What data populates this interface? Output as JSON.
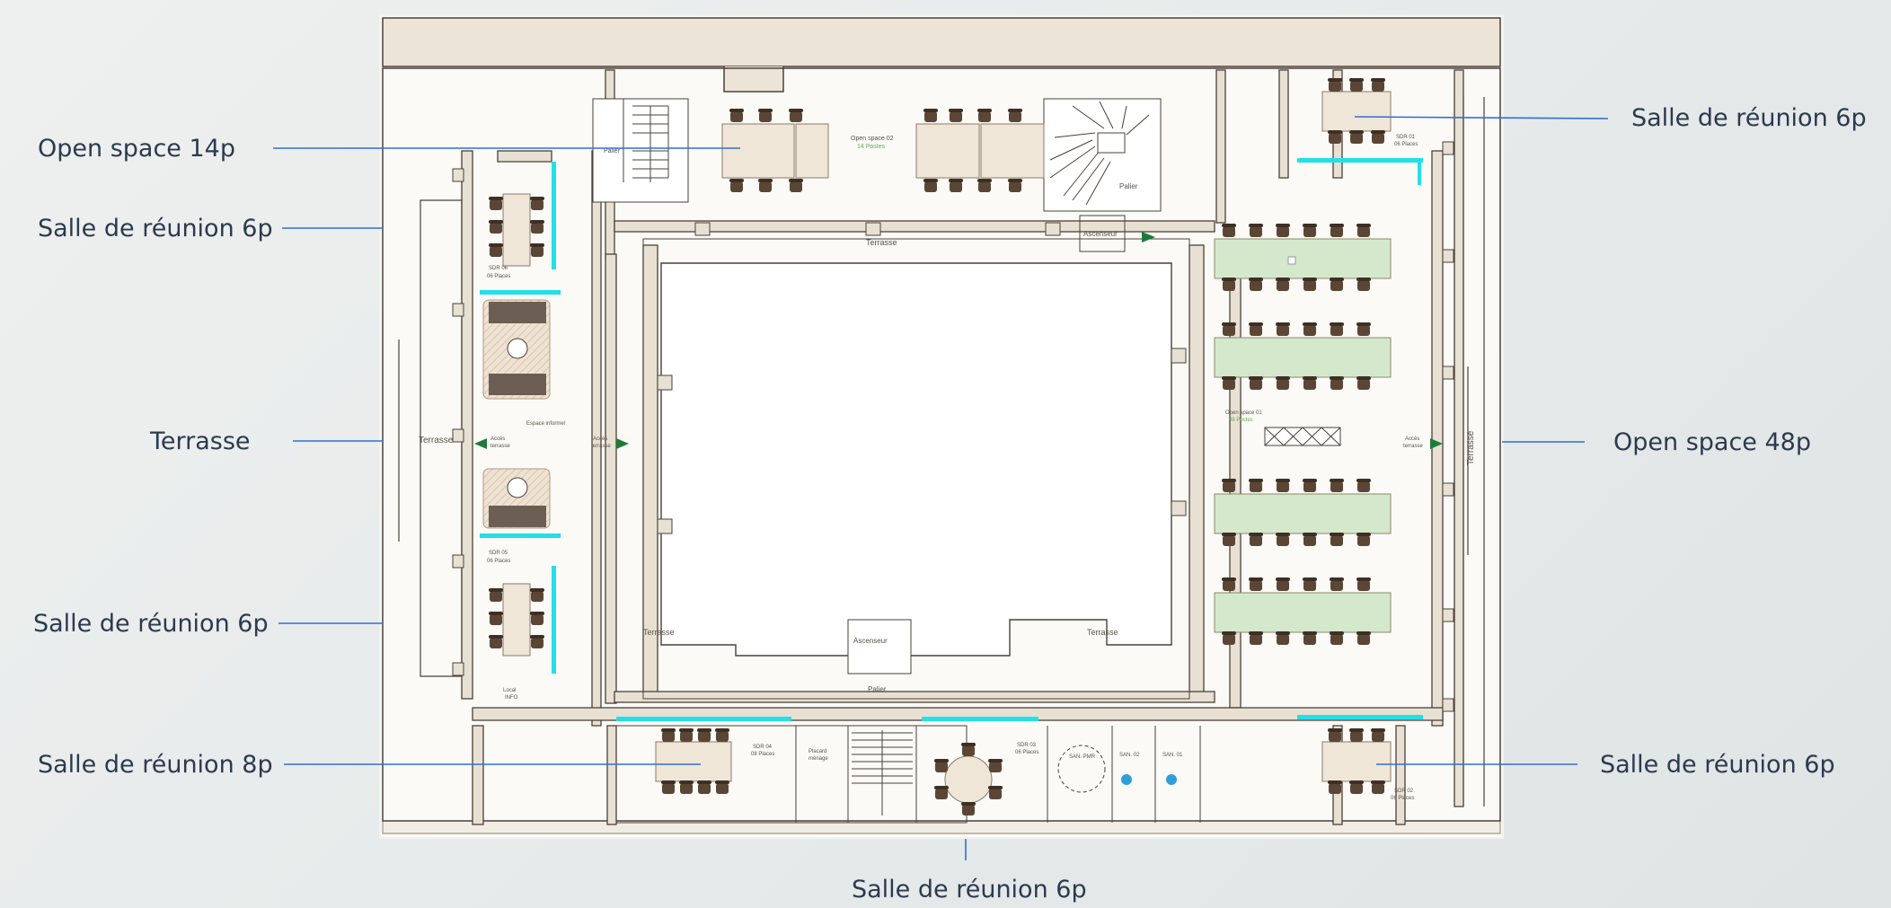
{
  "callouts": {
    "open_space_14p": "Open space 14p",
    "salle_reunion_6p_top_left": "Salle de réunion 6p",
    "terrasse_left": "Terrasse",
    "salle_reunion_6p_mid_left": "Salle de réunion 6p",
    "salle_reunion_8p": "Salle de réunion 8p",
    "salle_reunion_6p_bottom": "Salle de réunion 6p",
    "salle_reunion_6p_top_right": "Salle de réunion 6p",
    "open_space_48p": "Open space 48p",
    "salle_reunion_6p_bottom_right": "Salle de réunion 6p"
  },
  "plan_labels": {
    "terrasse_top": "Terrasse",
    "terrasse_left": "Terrasse",
    "terrasse_right": "Terrasse",
    "terrasse_court_left": "Terrasse",
    "terrasse_court_right": "Terrasse",
    "palier_left": "Palier",
    "palier_right": "Palier",
    "palier_bottom": "Palier",
    "ascenseur_top": "Ascenseur",
    "ascenseur_bottom": "Ascenseur",
    "open_space_02": "Open space 02",
    "open_space_02_places": "14 Postes",
    "open_space_01": "Open space 01",
    "open_space_01_places": "48 Postes",
    "sdr_06_name": "SDR 06",
    "sdr_06_places": "06 Places",
    "sdr_05_name": "SDR 05",
    "sdr_05_places": "06 Places",
    "sdr_01_name": "SDR 01",
    "sdr_01_places": "06 Places",
    "sdr_02_name": "SDR 02",
    "sdr_02_places": "06 Places",
    "sdr_03_name": "SDR 03",
    "sdr_03_places": "06 Places",
    "sdr_04_name": "SDR 04",
    "sdr_04_places": "08 Places",
    "espace_informel": "Espace informel",
    "acces_terrasse_1a": "Accès",
    "acces_terrasse_1b": "terrasse",
    "acces_terrasse_2a": "Accès",
    "acces_terrasse_2b": "terrasse",
    "acces_terrasse_3a": "Accès",
    "acces_terrasse_3b": "terrasse",
    "local_info_a": "Local",
    "local_info_b": "INFO",
    "placard_a": "Placard",
    "placard_b": "ménage",
    "san_pmr": "SAN. PMR",
    "san_02": "SAN. 02",
    "san_01": "SAN. 01"
  },
  "colors": {
    "wall_fill": "#e8e1d3",
    "wall_stroke": "#4a4038",
    "roof_band": "#ece5d7",
    "glass": "#22e0e8",
    "callout_line": "#2f6fd6",
    "callout_text": "#2c3a4f",
    "table_green": "#d4e8cc",
    "table_beige": "#efe6d8",
    "chair": "#5b4636",
    "arrow_green": "#1f7a3a",
    "san_blue": "#2f9fd8"
  }
}
